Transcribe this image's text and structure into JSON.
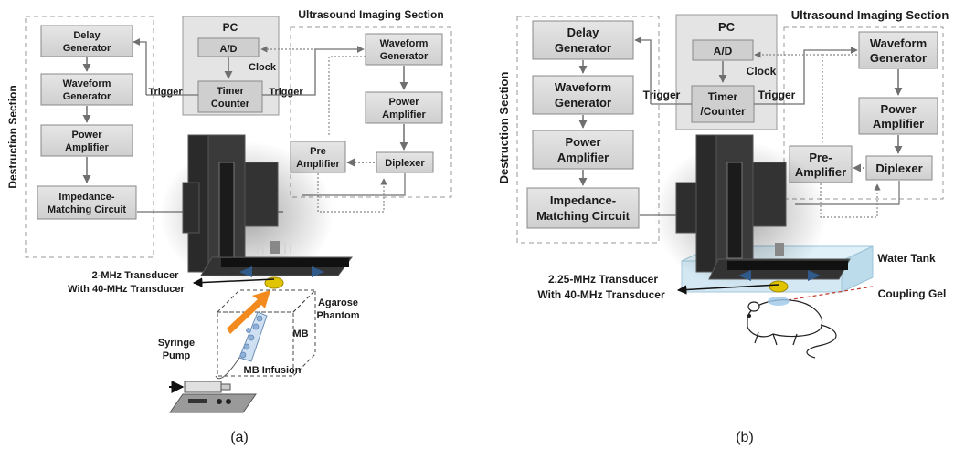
{
  "panel_a": {
    "label": "(a)",
    "destruction_section": "Destruction Section",
    "imaging_section": "Ultrasound Imaging Section",
    "pc": "PC",
    "ad": "A/D",
    "clock": "Clock",
    "timer_counter": [
      "Timer",
      "Counter"
    ],
    "trigger_left": "Trigger",
    "trigger_right": "Trigger",
    "delay_generator": [
      "Delay",
      "Generator"
    ],
    "waveform_generator_left": [
      "Waveform",
      "Generator"
    ],
    "power_amplifier_left": [
      "Power",
      "Amplifier"
    ],
    "impedance_matching": [
      "Impedance-",
      "Matching Circuit"
    ],
    "waveform_generator_right": [
      "Waveform",
      "Generator"
    ],
    "power_amplifier_right": [
      "Power",
      "Amplifier"
    ],
    "pre_amplifier": [
      "Pre",
      "Amplifier"
    ],
    "diplexer": "Diplexer",
    "transducer": [
      "2-MHz  Transducer",
      "With 40-MHz  Transducer"
    ],
    "agarose_phantom": [
      "Agarose",
      "Phantom"
    ],
    "mb": "MB",
    "mb_infusion": "MB Infusion",
    "syringe_pump": [
      "Syringe",
      "Pump"
    ]
  },
  "panel_b": {
    "label": "(b)",
    "destruction_section": "Destruction Section",
    "imaging_section": "Ultrasound Imaging Section",
    "pc": "PC",
    "ad": "A/D",
    "clock": "Clock",
    "timer_counter": [
      "Timer",
      "/Counter"
    ],
    "trigger_left": "Trigger",
    "trigger_right": "Trigger",
    "delay_generator": [
      "Delay",
      "Generator"
    ],
    "waveform_generator_left": [
      "Waveform",
      "Generator"
    ],
    "power_amplifier_left": [
      "Power",
      "Amplifier"
    ],
    "impedance_matching": [
      "Impedance-",
      "Matching Circuit"
    ],
    "waveform_generator_right": [
      "Waveform",
      "Generator"
    ],
    "power_amplifier_right": [
      "Power",
      "Amplifier"
    ],
    "pre_amplifier": [
      "Pre-",
      "Amplifier"
    ],
    "diplexer": "Diplexer",
    "transducer": [
      "2.25-MHz Transducer",
      "With 40-MHz Transducer"
    ],
    "water_tank": "Water Tank",
    "coupling_gel": "Coupling Gel"
  },
  "colors": {
    "box_fill": "#d9d9d9",
    "box_stroke": "#8a8a8a",
    "arrow_orange": "#f28a1e",
    "water_blue": "#cfe6f2",
    "motor_blue": "#2f5a8a"
  }
}
